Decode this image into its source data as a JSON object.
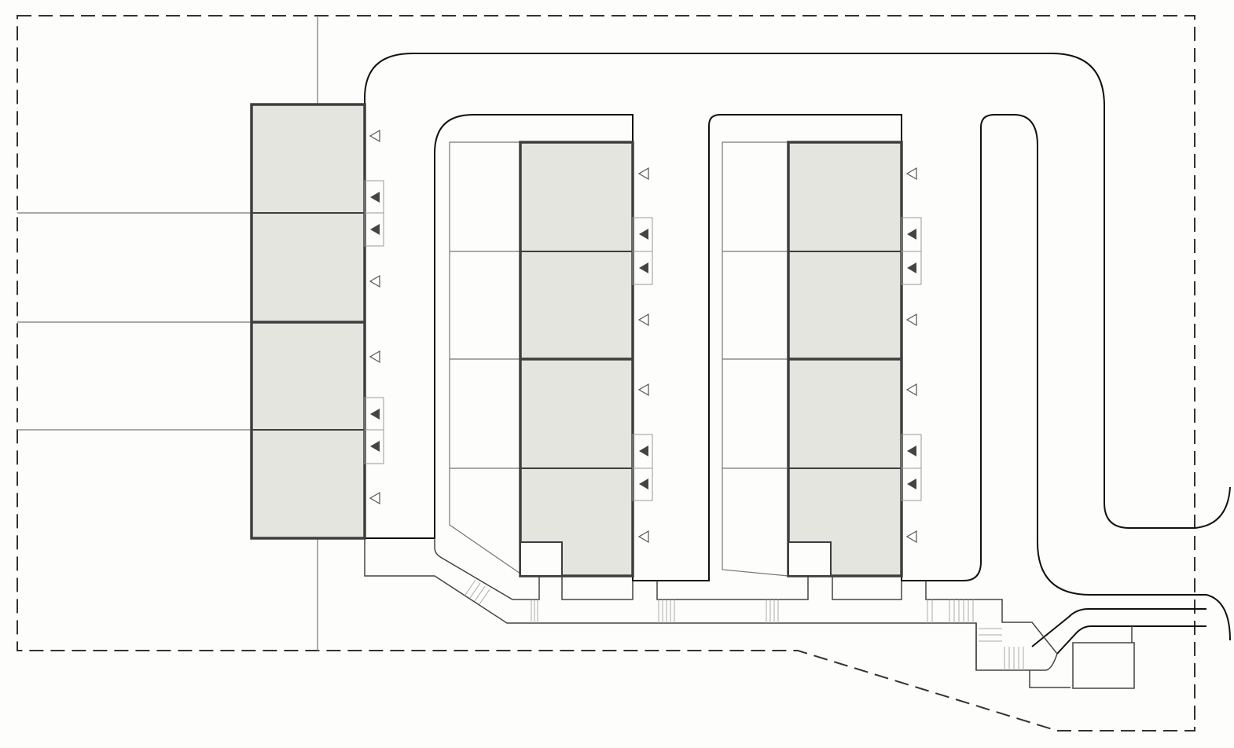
{
  "diagram": {
    "type": "site-plan",
    "buildings": [
      {
        "id": "block-west",
        "units": 4
      },
      {
        "id": "block-middle",
        "units": 4
      },
      {
        "id": "block-east",
        "units": 4
      }
    ],
    "colors": {
      "building_fill": "#e4e5df",
      "outline": "#3e3e3e",
      "road": "#111111",
      "background": "#fdfdfb"
    }
  }
}
